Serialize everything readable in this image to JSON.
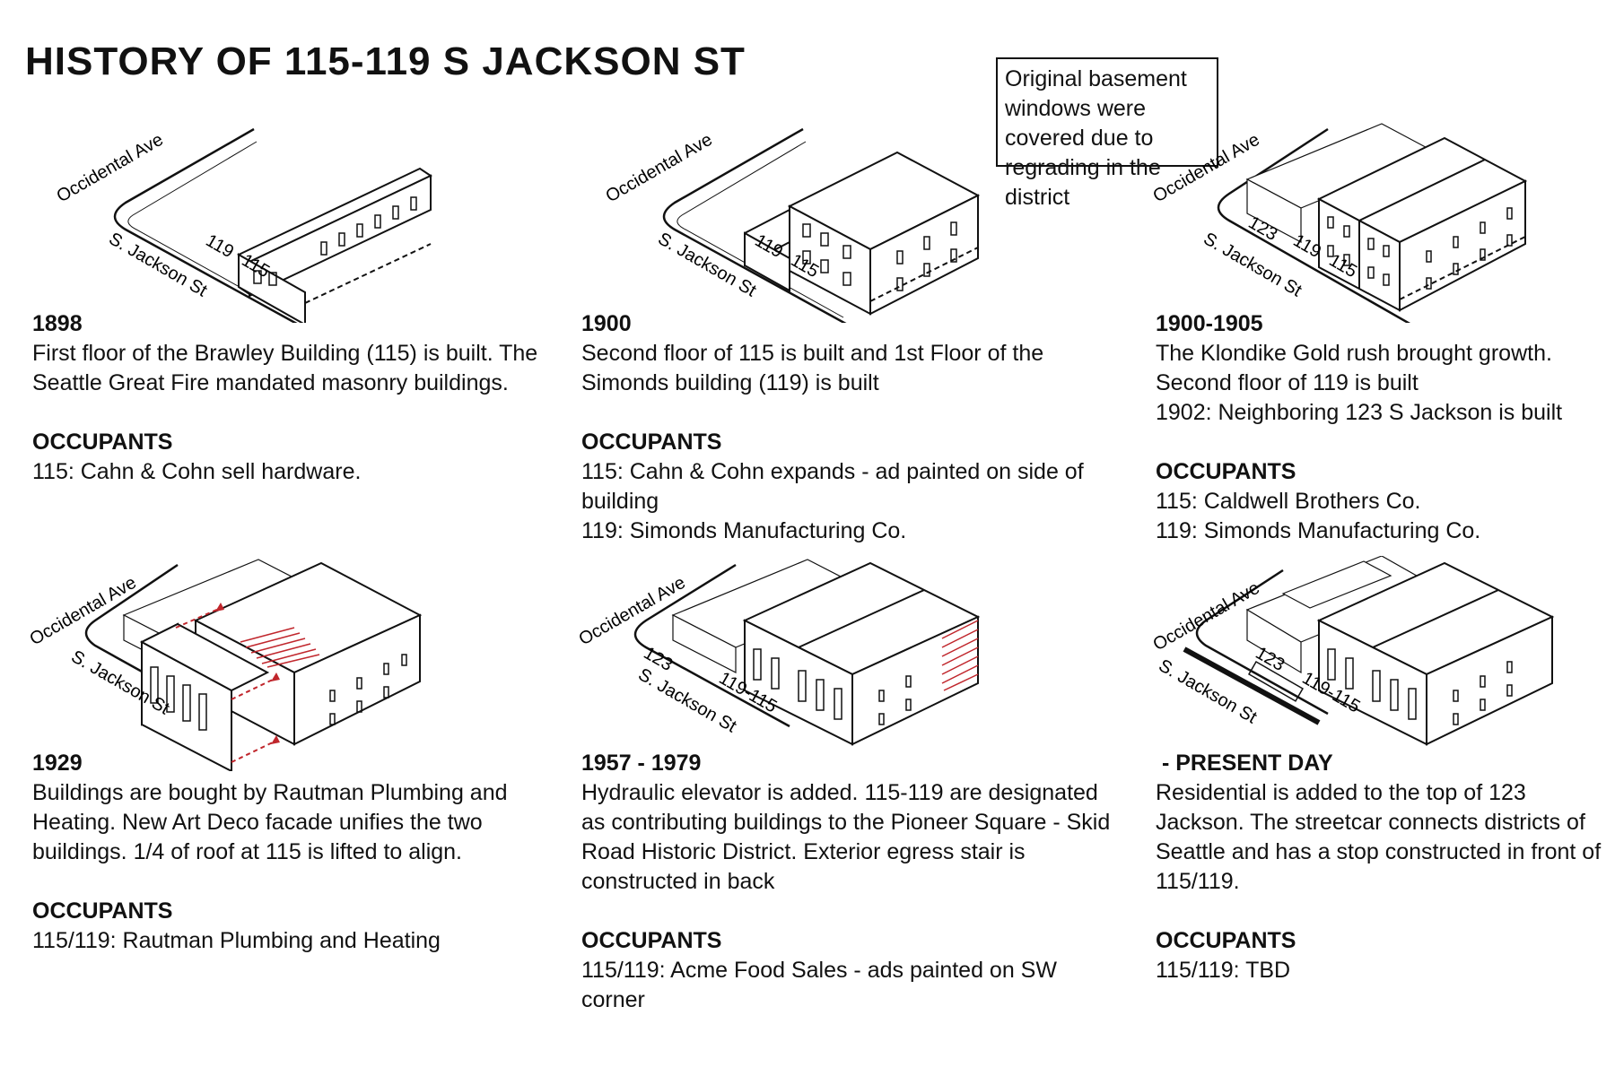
{
  "title": "HISTORY OF 115-119 S JACKSON ST",
  "callout": "Original basement windows were covered due to regrading in the district",
  "labels": {
    "occidental": "Occidental Ave",
    "jackson": "S. Jackson St",
    "n115": "115",
    "n119": "119",
    "n123": "123",
    "n119_115": "119-115"
  },
  "occupants_heading": "OCCUPANTS",
  "panels": [
    {
      "year": "1898",
      "description": "First floor of the Brawley Building (115) is built. The Seattle Great Fire mandated masonry buildings.",
      "occupants": [
        "115: Cahn & Cohn sell hardware."
      ]
    },
    {
      "year": "1900",
      "description": "Second floor of 115 is built and 1st Floor of the Simonds building (119) is built",
      "occupants": [
        "115: Cahn & Cohn expands - ad painted on side of building",
        "119: Simonds Manufacturing Co."
      ]
    },
    {
      "year": "1900-1905",
      "description": "The Klondike Gold rush brought growth.\nSecond floor of 119 is built\n1902: Neighboring 123 S Jackson is built",
      "occupants": [
        "115: Caldwell Brothers Co.",
        "119: Simonds Manufacturing Co."
      ]
    },
    {
      "year": "1929",
      "description": "Buildings are bought by Rautman Plumbing and Heating. New Art Deco facade unifies the two buildings. 1/4 of roof at 115 is lifted to align.",
      "occupants": [
        "115/119: Rautman Plumbing and Heating"
      ]
    },
    {
      "year": "1957 - 1979",
      "description": "Hydraulic elevator is added. 115-119 are designated as contributing buildings to the Pioneer Square - Skid Road Historic District. Exterior egress stair is constructed in back",
      "occupants": [
        "115/119: Acme Food Sales - ads painted on SW corner"
      ]
    },
    {
      "year": " - PRESENT DAY",
      "description": "Residential is added to the top of 123 Jackson. The streetcar connects districts of Seattle and has a stop constructed in front of 115/119.",
      "occupants": [
        "115/119: TBD"
      ]
    }
  ],
  "colors": {
    "ink": "#111111",
    "accent": "#c0262c"
  }
}
